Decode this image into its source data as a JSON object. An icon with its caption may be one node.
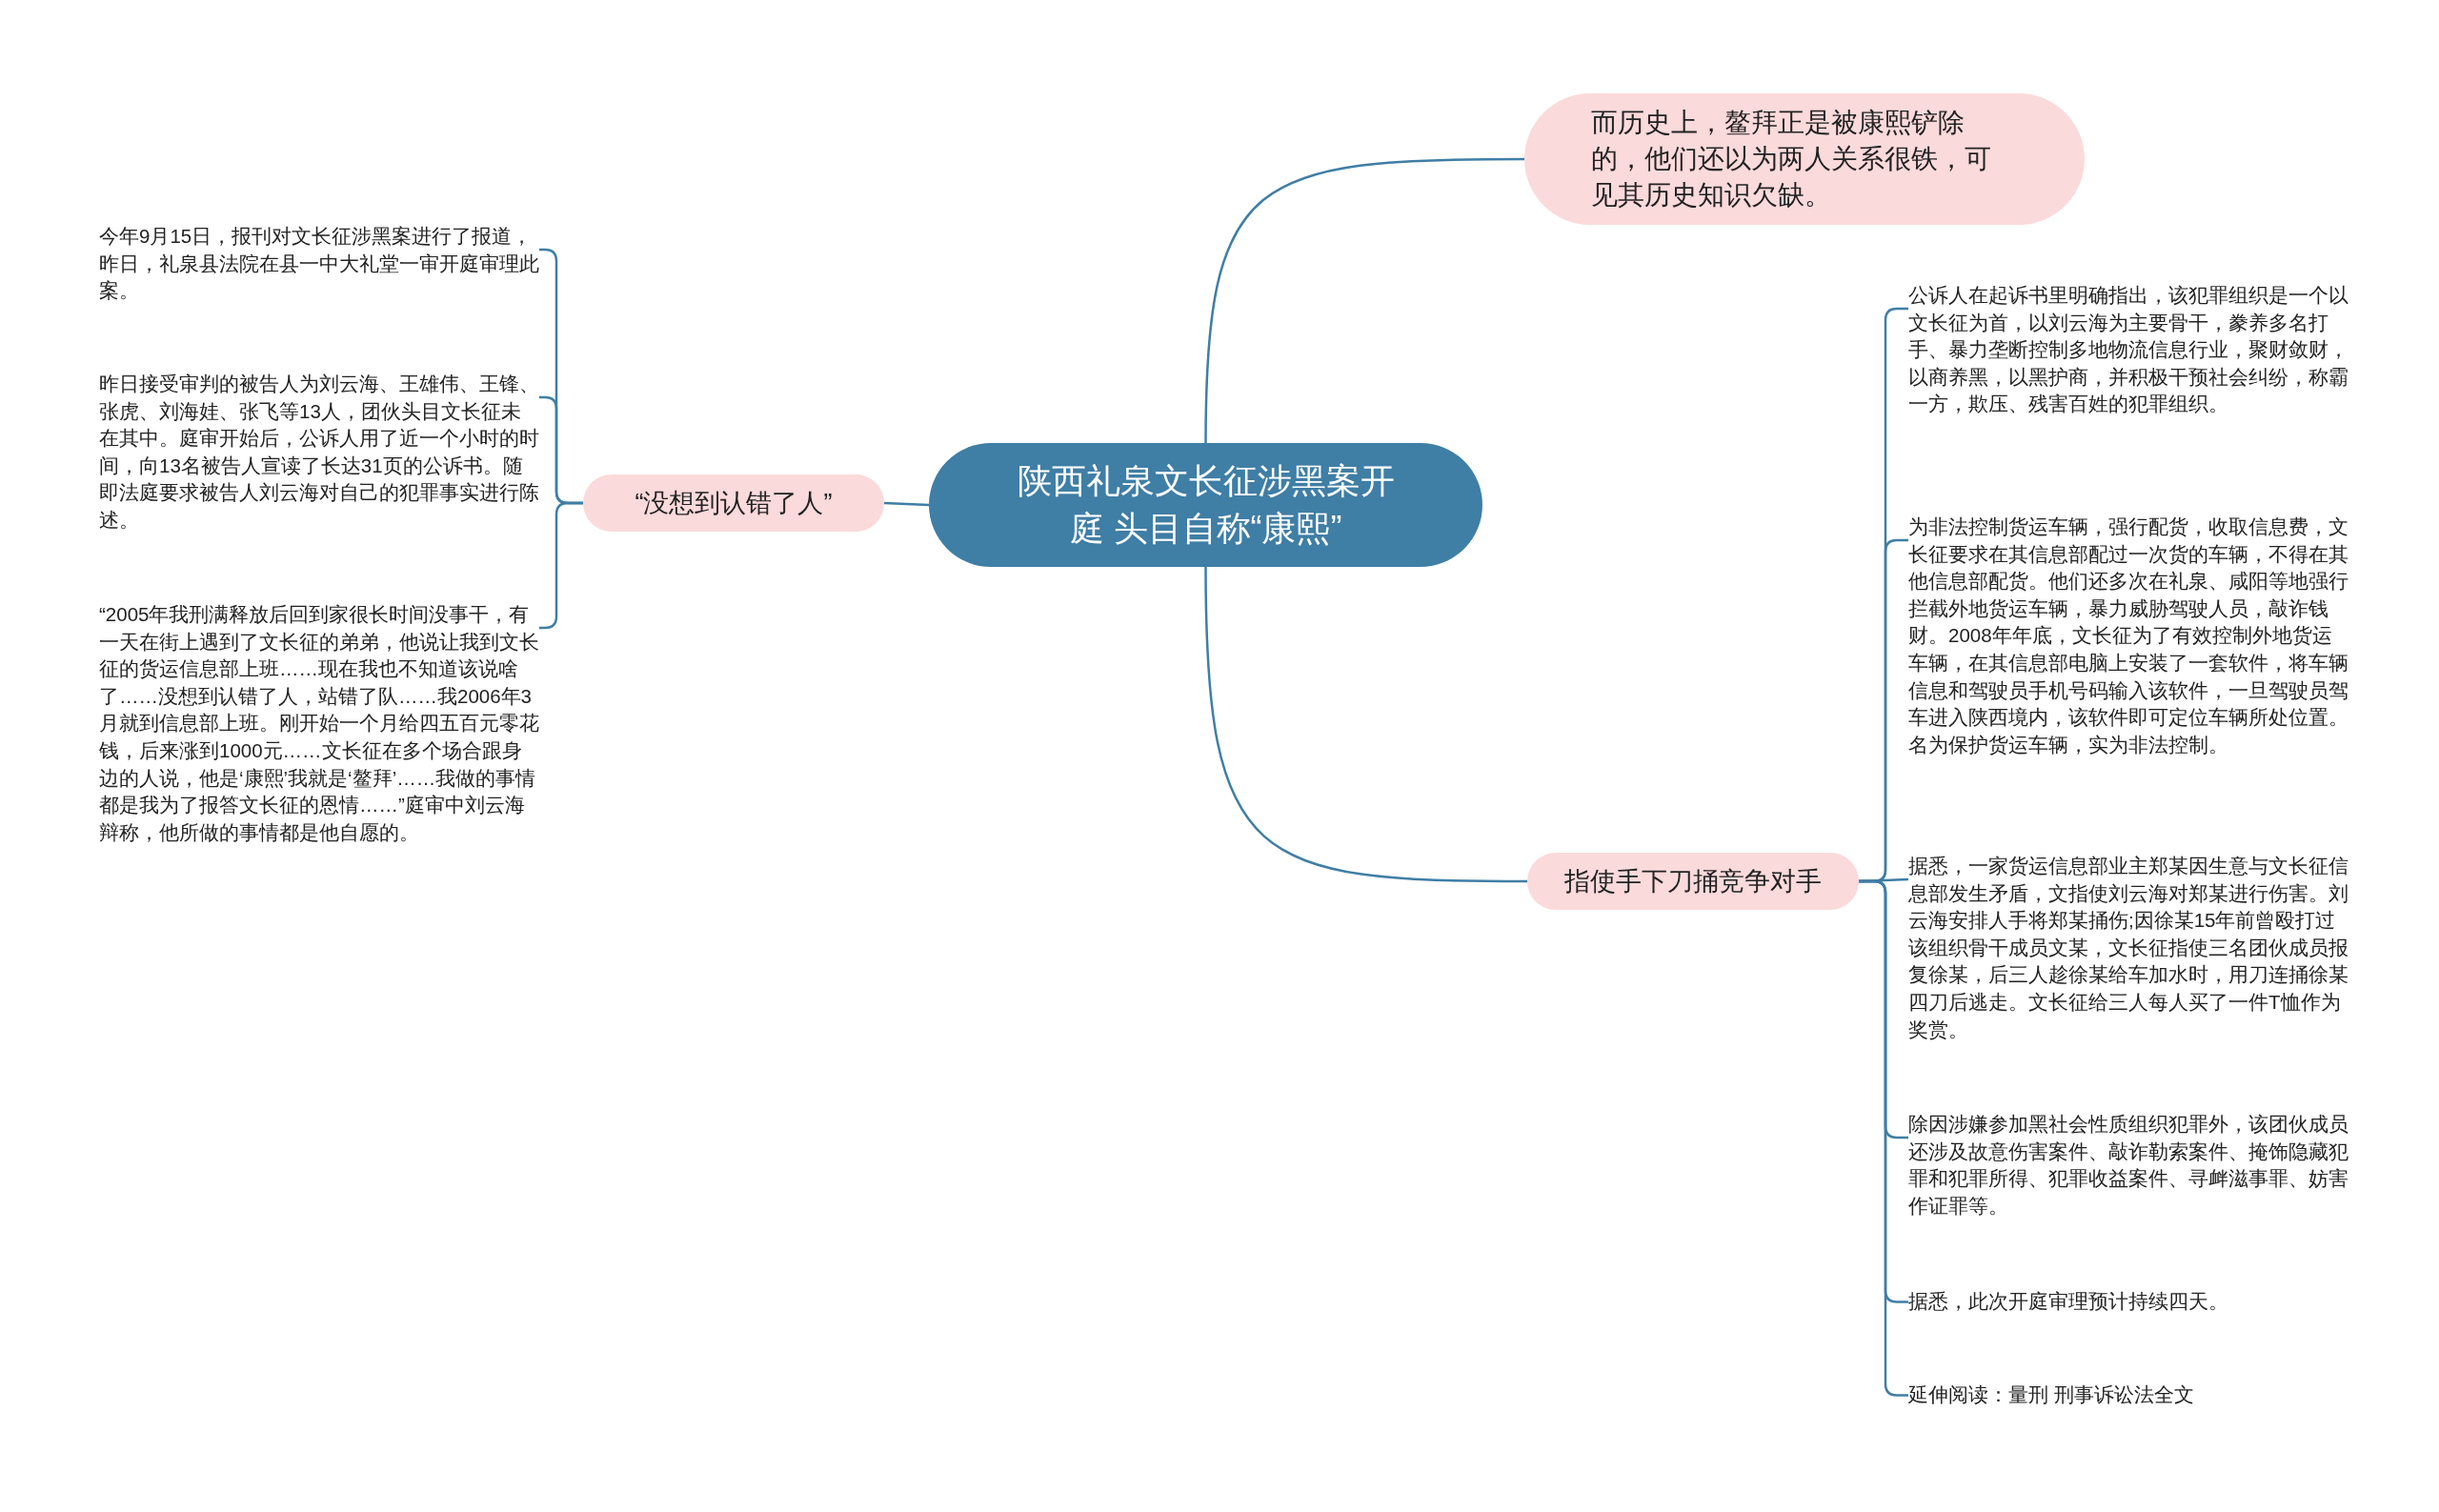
{
  "diagram": {
    "nodes": [
      {
        "text": [
          "陕西礼泉文长征涉黑案开庭 头目自称“康熙”"
        ]
      },
      {
        "text": [
          "“没想到认错了人”"
        ]
      },
      {
        "text": [
          "今年9月15日，报刊对文长征涉黑案进行了报道，昨日，礼泉县法院在县一中大礼堂一审开庭审理此案。"
        ]
      },
      {
        "text": [
          "昨日接受审判的被告人为刘云海、王雄伟、王锋、张虎、刘海娃、张飞等13人，团伙头目文长征未在其中。庭审开始后，公诉人用了近一个小时的时间，向13名被告人宣读了长达31页的公诉书。随即法庭要求被告人刘云海对自己的犯罪事实进行陈述。"
        ]
      },
      {
        "text": [
          "“2005年我刑满释放后回到家很长时间没事干，有一天在街上遇到了文长征的弟弟，他说让我到文长征的货运信息部上班……现在我也不知道该说啥了……没想到认错了人，站错了队……我2006年3月就到信息部上班。刚开始一个月给四五百元零花钱，后来涨到1000元……文长征在多个场合跟身边的人说，他是‘康熙’我就是‘鳌拜’……我做的事情都是我为了报答文长征的恩情……”庭审中刘云海辩称，他所做的事情都是他自愿的。"
        ]
      },
      {
        "text": [
          "而历史上，鳌拜正是被康熙铲除的，他们还以为两人关系很铁，可见其历史知识欠缺。"
        ]
      },
      {
        "text": [
          "指使手下刀捅竞争对手"
        ]
      },
      {
        "text": [
          "公诉人在起诉书里明确指出，该犯罪组织是一个以文长征为首，以刘云海为主要骨干，豢养多名打手、暴力垄断控制多地物流信息行业，聚财敛财，以商养黑，以黑护商，并积极干预社会纠纷，称霸一方，欺压、残害百姓的犯罪组织。"
        ]
      },
      {
        "text": [
          "为非法控制货运车辆，强行配货，收取信息费，文长征要求在其信息部配过一次货的车辆，不得在其他信息部配货。他们还多次在礼泉、咸阳等地强行拦截外地货运车辆，暴力威胁驾驶人员，敲诈钱财。2008年年底，文长征为了有效控制外地货运车辆，在其信息部电脑上安装了一套软件，将车辆信息和驾驶员手机号码输入该软件，一旦驾驶员驾车进入陕西境内，该软件即可定位车辆所处位置。名为保护货运车辆，实为非法控制。"
        ]
      },
      {
        "text": [
          "据悉，一家货运信息部业主郑某因生意与文长征信息部发生矛盾，文指使刘云海对郑某进行伤害。刘云海安排人手将郑某捅伤;因徐某15年前曾殴打过该组织骨干成员文某，文长征指使三名团伙成员报复徐某，后三人趁徐某给车加水时，用刀连捅徐某四刀后逃走。文长征给三人每人买了一件T恤作为奖赏。"
        ]
      },
      {
        "text": [
          "除因涉嫌参加黑社会性质组织犯罪外，该团伙成员还涉及故意伤害案件、敲诈勒索案件、掩饰隐藏犯罪和犯罪所得、犯罪收益案件、寻衅滋事罪、妨害作证罪等。"
        ]
      },
      {
        "text": [
          "据悉，此次开庭审理预计持续四天。"
        ]
      },
      {
        "text": [
          "延伸阅读：量刑 刑事诉讼法全文"
        ]
      }
    ],
    "edges": [
      {
        "from": 0,
        "to": 1,
        "arrow": "none"
      },
      {
        "from": 1,
        "to": 2,
        "arrow": "none"
      },
      {
        "from": 1,
        "to": 3,
        "arrow": "none"
      },
      {
        "from": 1,
        "to": 4,
        "arrow": "none"
      },
      {
        "from": 0,
        "to": 5,
        "arrow": "none"
      },
      {
        "from": 0,
        "to": 6,
        "arrow": "none"
      },
      {
        "from": 6,
        "to": 7,
        "arrow": "none"
      },
      {
        "from": 6,
        "to": 8,
        "arrow": "none"
      },
      {
        "from": 6,
        "to": 9,
        "arrow": "none"
      },
      {
        "from": 6,
        "to": 10,
        "arrow": "none"
      },
      {
        "from": 6,
        "to": 11,
        "arrow": "none"
      },
      {
        "from": 6,
        "to": 12,
        "arrow": "none"
      }
    ]
  }
}
